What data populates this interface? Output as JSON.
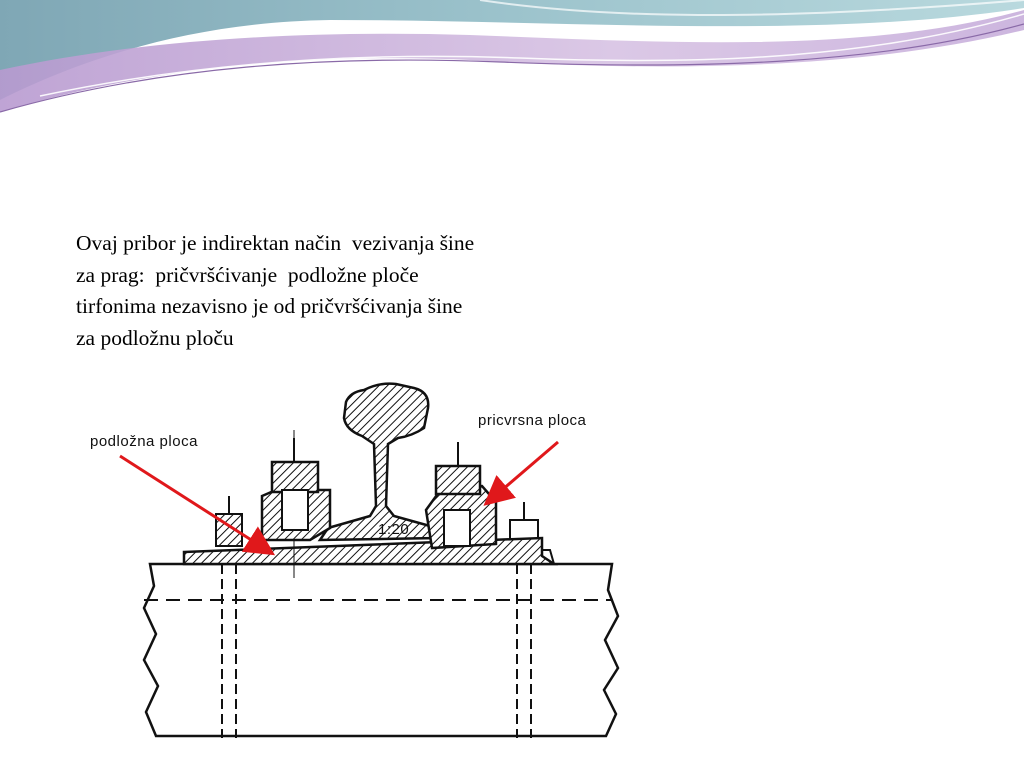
{
  "slide": {
    "paragraph_lines": [
      "Ovaj pribor je indirektan način  vezivanja šine",
      "za prag:  pričvršćivanje  podložne ploče",
      "tirfonima nezavisno je od pričvršćivanja šine",
      "za podložnu ploču"
    ]
  },
  "figure": {
    "label_left": "podložna ploca",
    "label_right": "pricvrsna ploca",
    "incline_mark": "1:20",
    "arrow_color": "#e0181b"
  }
}
